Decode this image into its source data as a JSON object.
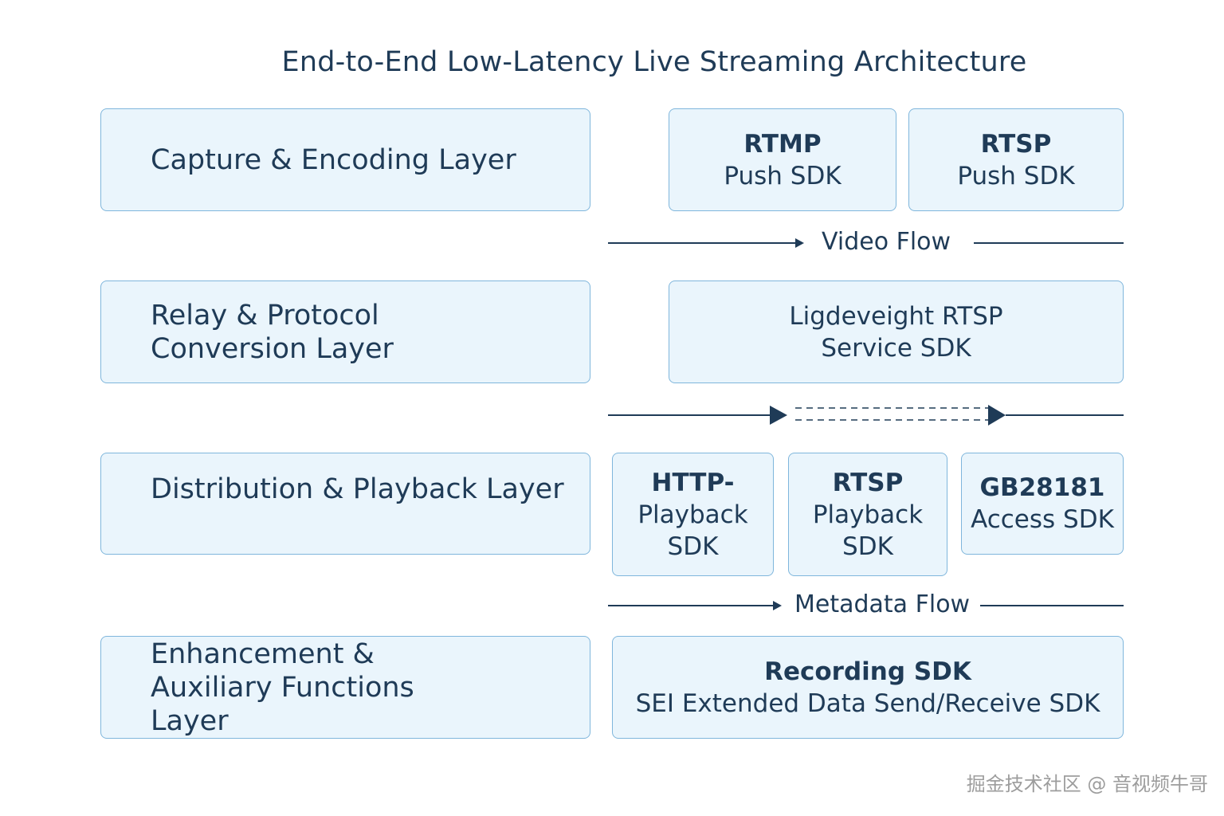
{
  "title": "End-to-End Low-Latency Live Streaming Architecture",
  "layers": [
    {
      "label": "Capture & Encoding Layer"
    },
    {
      "label": "Relay & Protocol Conversion Layer"
    },
    {
      "label": "Distribution & Playback Layer"
    },
    {
      "label": "Enhancement & Auxiliary Functions Layer"
    }
  ],
  "sdks": {
    "rtmp_push": {
      "line1": "RTMP",
      "line2": "Push SDK"
    },
    "rtsp_push": {
      "line1": "RTSP",
      "line2": "Push SDK"
    },
    "rtsp_service": {
      "line1": "Ligdeveight RTSP",
      "line2": "Service SDK"
    },
    "http_playback": {
      "line1": "HTTP-",
      "line2": "Playback",
      "line3": "SDK"
    },
    "rtsp_playback": {
      "line1": "RTSP",
      "line2": "Playback",
      "line3": "SDK"
    },
    "gb28181": {
      "line1": "GB28181",
      "line2": "Access SDK"
    },
    "recording": {
      "line1": "Recording SDK",
      "line2": "SEI Extended Data Send/Receive SDK"
    }
  },
  "flows": {
    "video": "Video Flow",
    "metadata": "Metadata Flow"
  },
  "watermark": "掘金技术社区 @ 音视频牛哥",
  "colors": {
    "box_fill": "#eaf5fc",
    "box_border": "#7fb6dc",
    "text": "#1f3b57",
    "line": "#1f3b57"
  }
}
